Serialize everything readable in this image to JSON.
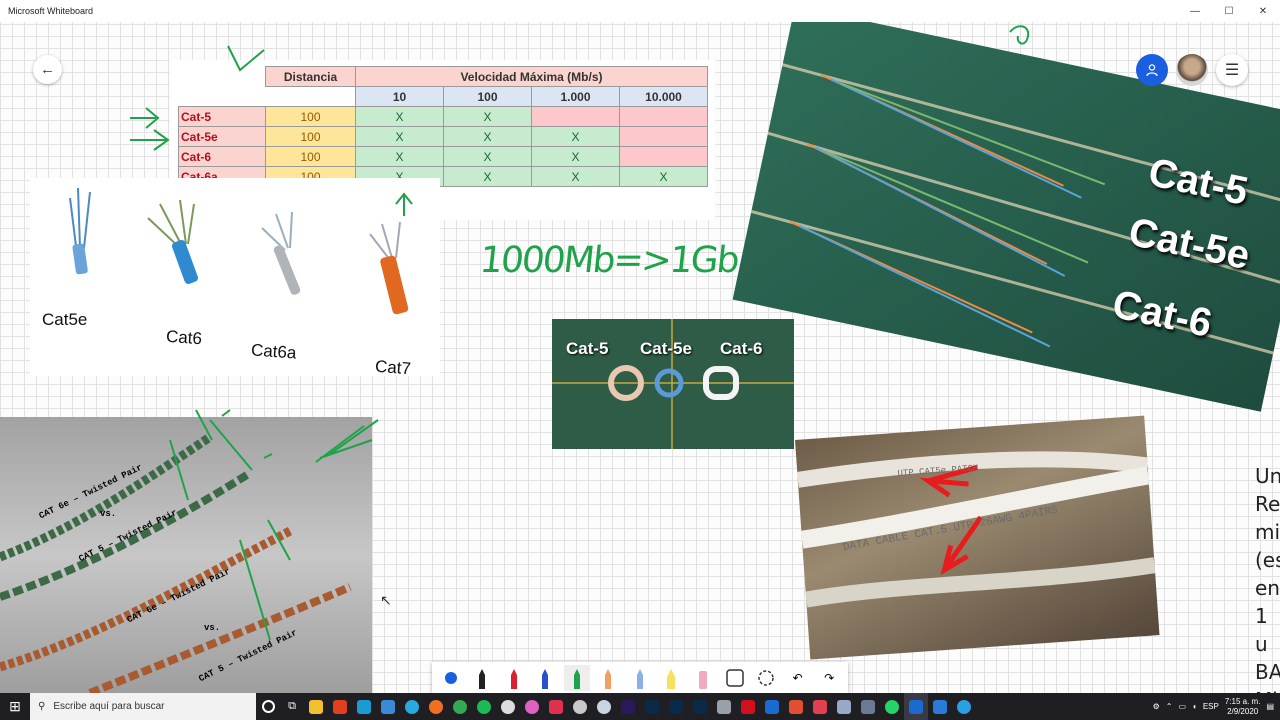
{
  "window": {
    "title": "Microsoft Whiteboard",
    "controls": [
      "—",
      "☐",
      "✕"
    ]
  },
  "table": {
    "header_distance": "Distancia",
    "header_speed": "Velocidad Máxima (Mb/s)",
    "speeds": [
      "10",
      "100",
      "1.000",
      "10.000"
    ],
    "rows": [
      {
        "name": "Cat-5",
        "distance": "100",
        "marks": [
          "X",
          "X",
          "",
          ""
        ]
      },
      {
        "name": "Cat-5e",
        "distance": "100",
        "marks": [
          "X",
          "X",
          "X",
          ""
        ]
      },
      {
        "name": "Cat-6",
        "distance": "100",
        "marks": [
          "X",
          "X",
          "X",
          ""
        ]
      },
      {
        "name": "Cat-6a",
        "distance": "100",
        "marks": [
          "X",
          "X",
          "X",
          "X"
        ]
      }
    ]
  },
  "cables": [
    "Cat5e",
    "Cat6",
    "Cat6a",
    "Cat7"
  ],
  "handwriting": "1000Mb=>1Gb",
  "photo_labels": {
    "big": [
      "Cat-5",
      "Cat-5e",
      "Cat-6"
    ],
    "cross": [
      "Cat-5",
      "Cat-5e",
      "Cat-6"
    ]
  },
  "cable_photo_text": [
    "UTP CAT5e PATCH",
    "DATA CABLE CAT.5 UTP 26AWG 4PAIRS"
  ],
  "twisted_pair_text": [
    "CAT 6e – Twisted Pair",
    "vs.",
    "CAT 5 – Twisted Pair",
    "CAT 6e – Twisted Pair",
    "vs.",
    "CAT 5 – Twisted Pair"
  ],
  "side_text": [
    "Un",
    "Re",
    "mi",
    "(es",
    "en",
    "1 u",
    "BA",
    "Mb"
  ],
  "taskbar": {
    "search_placeholder": "Escribe aquí para buscar",
    "lang": "ESP",
    "time": "7:15 a. m.",
    "date": "2/9/2020"
  },
  "colors": {
    "accent": "#1a5fe0",
    "ink_green": "#1fa34a",
    "arrow_red": "#e81c1c"
  }
}
